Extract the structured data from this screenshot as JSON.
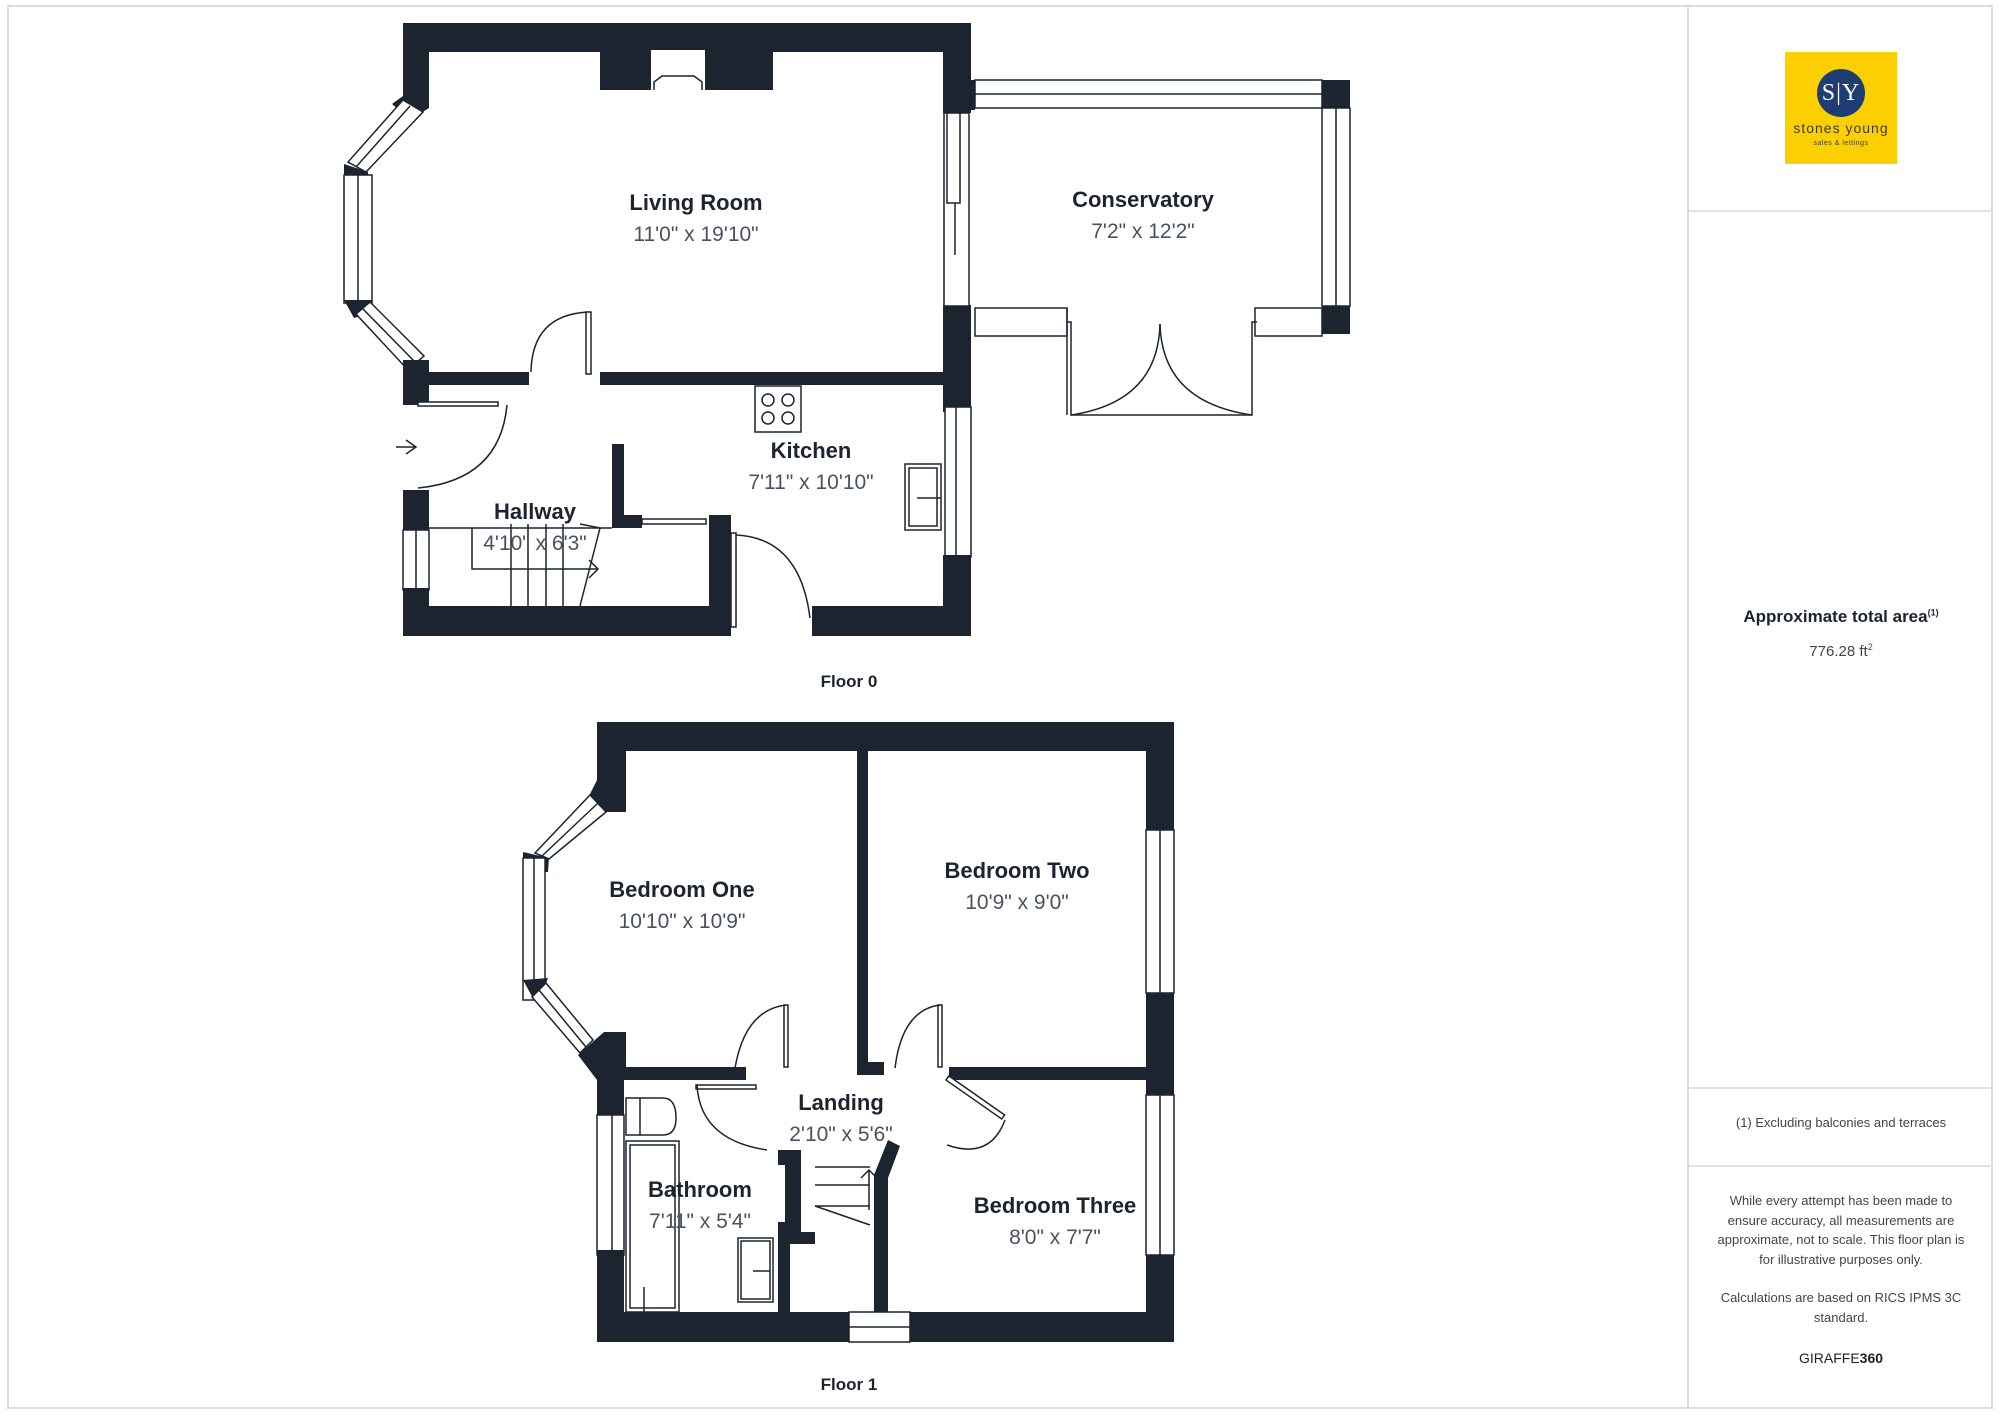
{
  "floors": [
    {
      "label": "Floor 0",
      "rooms": [
        {
          "name": "Living Room",
          "dimensions": "11'0\" x 19'10\""
        },
        {
          "name": "Conservatory",
          "dimensions": "7'2\" x 12'2\""
        },
        {
          "name": "Kitchen",
          "dimensions": "7'11\" x 10'10\""
        },
        {
          "name": "Hallway",
          "dimensions": "4'10\" x 6'3\""
        }
      ]
    },
    {
      "label": "Floor 1",
      "rooms": [
        {
          "name": "Bedroom One",
          "dimensions": "10'10\" x 10'9\""
        },
        {
          "name": "Bedroom Two",
          "dimensions": "10'9\" x 9'0\""
        },
        {
          "name": "Landing",
          "dimensions": "2'10\" x 5'6\""
        },
        {
          "name": "Bathroom",
          "dimensions": "7'11\" x 5'4\""
        },
        {
          "name": "Bedroom Three",
          "dimensions": "8'0\" x 7'7\""
        }
      ]
    }
  ],
  "sidebar": {
    "logo": {
      "monogram": "S|Y",
      "name": "stones young",
      "tagline": "sales & lettings",
      "background_color": "#fcd000",
      "circle_color": "#1d3d73"
    },
    "area": {
      "title": "Approximate total area",
      "title_superscript": "(1)",
      "value": "776.28 ft",
      "value_superscript": "2"
    },
    "footnote": "(1) Excluding balconies and terraces",
    "disclaimer": "While every attempt has been made to ensure accuracy, all measurements are approximate, not to scale. This floor plan is for illustrative purposes only.",
    "calculation_note": "Calculations are based on RICS IPMS 3C standard.",
    "brand": {
      "prefix": "GIRAFFE",
      "suffix": "360"
    }
  },
  "colors": {
    "wall": "#1c2430",
    "border": "#dcdcdc",
    "text_dim": "#4a5260"
  }
}
